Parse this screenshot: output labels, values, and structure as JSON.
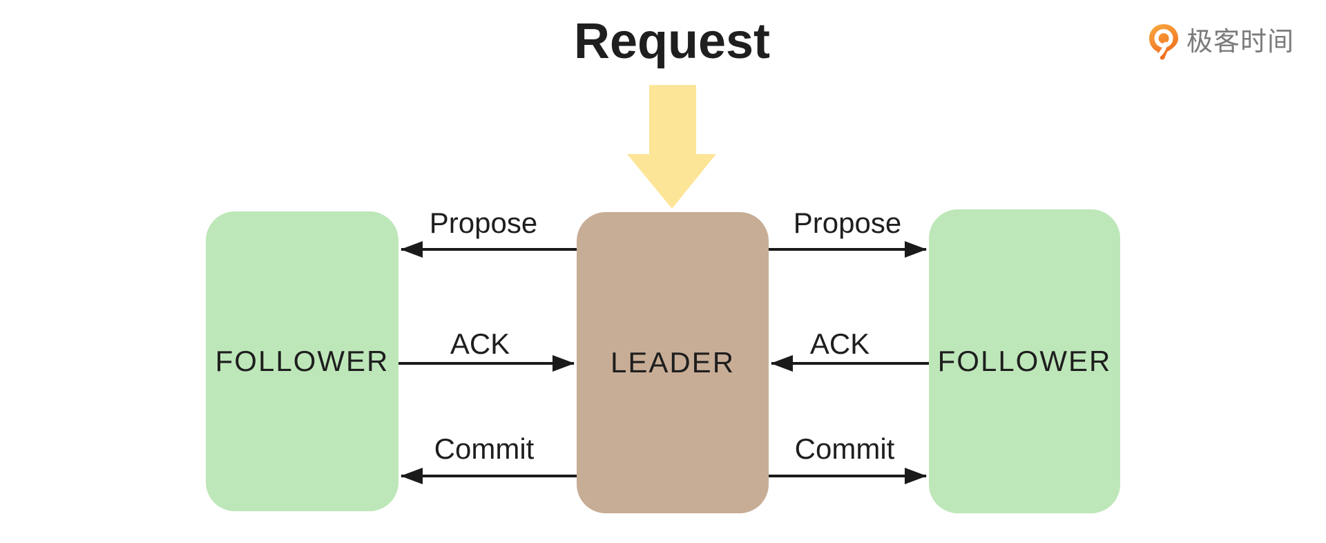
{
  "title": "Request",
  "brand": {
    "name": "极客时间",
    "icon": "geektime-logo-icon"
  },
  "nodes": {
    "left_follower": {
      "label": "FOLLOWER"
    },
    "leader": {
      "label": "LEADER"
    },
    "right_follower": {
      "label": "FOLLOWER"
    }
  },
  "messages": [
    {
      "id": "left-propose",
      "label": "Propose",
      "direction": "leader-to-left-follower"
    },
    {
      "id": "left-ack",
      "label": "ACK",
      "direction": "left-follower-to-leader"
    },
    {
      "id": "left-commit",
      "label": "Commit",
      "direction": "leader-to-left-follower"
    },
    {
      "id": "right-propose",
      "label": "Propose",
      "direction": "leader-to-right-follower"
    },
    {
      "id": "right-ack",
      "label": "ACK",
      "direction": "right-follower-to-leader"
    },
    {
      "id": "right-commit",
      "label": "Commit",
      "direction": "leader-to-right-follower"
    }
  ],
  "colors": {
    "follower_green": "#bee7b9",
    "leader_tan": "#c8ad96",
    "request_arrow_yellow": "#fde598",
    "arrow_line": "#1a1a1a",
    "text": "#1f1f1f",
    "brand_text_gray": "#7b7b7b",
    "brand_orange": "#f5821f"
  }
}
